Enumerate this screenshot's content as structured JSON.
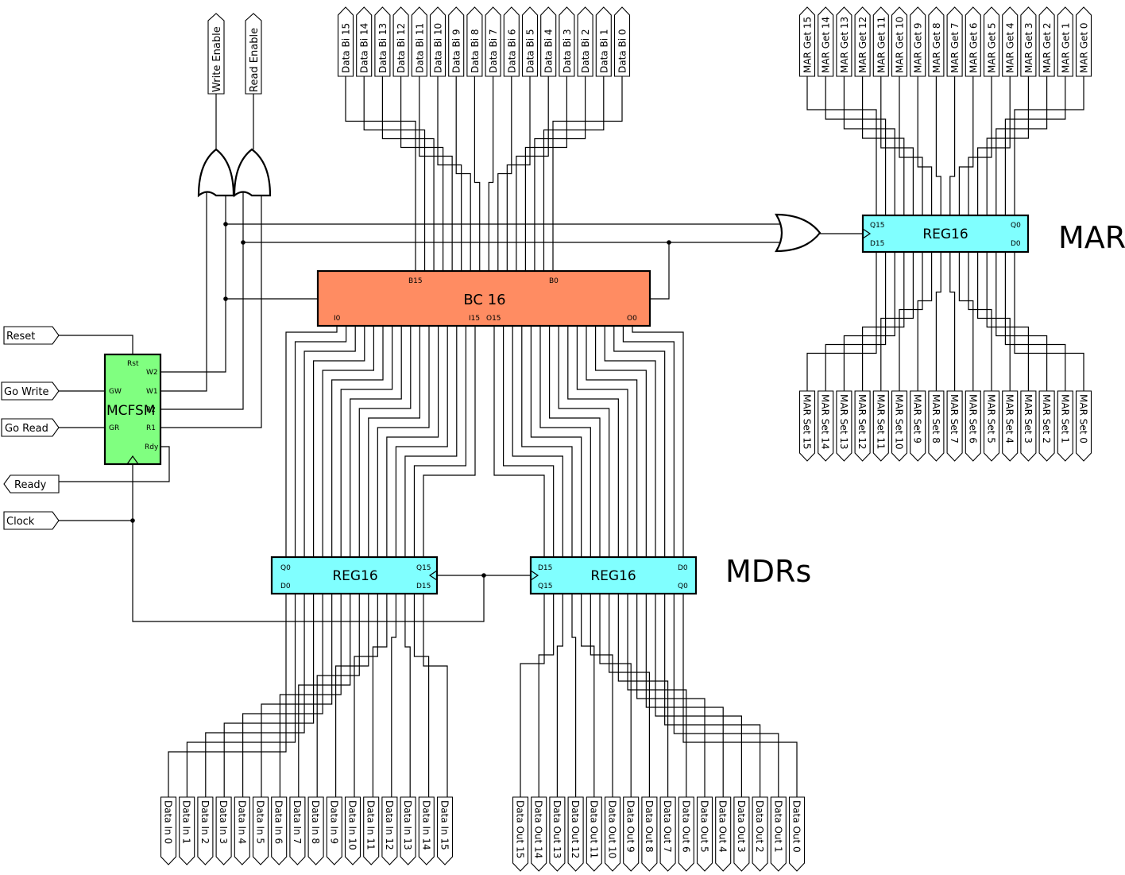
{
  "colors": {
    "bc16": "#ff8c62",
    "reg16": "#80ffff",
    "mcfsm": "#80ff80",
    "wire": "#000000",
    "background": "#ffffff"
  },
  "labels": {
    "mar_title": "MAR",
    "mdrs_title": "MDRs"
  },
  "blocks": {
    "bc16": {
      "title": "BC 16",
      "pins": [
        "B15",
        "B0",
        "I0",
        "I15",
        "O15",
        "O0"
      ]
    },
    "mar_reg": {
      "title": "REG16",
      "pins": [
        "Q15",
        "Q0",
        "D15",
        "D0"
      ]
    },
    "mdr_in": {
      "title": "REG16",
      "pins": [
        "Q0",
        "Q15",
        "D0",
        "D15"
      ]
    },
    "mdr_out": {
      "title": "REG16",
      "pins": [
        "D15",
        "D0",
        "Q15",
        "Q0"
      ]
    },
    "mcfsm": {
      "title": "MCFSM",
      "pins": [
        "Rst",
        "W2",
        "GW",
        "W1",
        "R2",
        "GR",
        "R1",
        "Rdy"
      ]
    }
  },
  "control_ports": {
    "inputs": [
      "Reset",
      "Go Write",
      "Go Read",
      "Clock"
    ],
    "outputs": [
      "Ready"
    ],
    "enables": [
      "Write Enable",
      "Read Enable"
    ]
  },
  "buses": {
    "data_bi": [
      "Data Bi 15",
      "Data Bi 14",
      "Data Bi 13",
      "Data Bi 12",
      "Data Bi 11",
      "Data Bi 10",
      "Data Bi 9",
      "Data Bi 8",
      "Data Bi 7",
      "Data Bi 6",
      "Data Bi 5",
      "Data Bi 4",
      "Data Bi 3",
      "Data Bi 2",
      "Data Bi 1",
      "Data Bi 0"
    ],
    "mar_get": [
      "MAR Get 15",
      "MAR Get 14",
      "MAR Get 13",
      "MAR Get 12",
      "MAR Get 11",
      "MAR Get 10",
      "MAR Get 9",
      "MAR Get 8",
      "MAR Get 7",
      "MAR Get 6",
      "MAR Get 5",
      "MAR Get 4",
      "MAR Get 3",
      "MAR Get 2",
      "MAR Get 1",
      "MAR Get 0"
    ],
    "mar_set": [
      "MAR Set 15",
      "MAR Set 14",
      "MAR Set 13",
      "MAR Set 12",
      "MAR Set 11",
      "MAR Set 10",
      "MAR Set 9",
      "MAR Set 8",
      "MAR Set 7",
      "MAR Set 6",
      "MAR Set 5",
      "MAR Set 4",
      "MAR Set 3",
      "MAR Set 2",
      "MAR Set 1",
      "MAR Set 0"
    ],
    "data_in": [
      "Data In 0",
      "Data In 1",
      "Data In 2",
      "Data In 3",
      "Data In 4",
      "Data In 5",
      "Data In 6",
      "Data In 7",
      "Data In 8",
      "Data In 9",
      "Data In 10",
      "Data In 11",
      "Data In 12",
      "Data In 13",
      "Data In 14",
      "Data In 15"
    ],
    "data_out": [
      "Data Out 15",
      "Data Out 14",
      "Data Out 13",
      "Data Out 12",
      "Data Out 11",
      "Data Out 10",
      "Data Out 9",
      "Data Out 8",
      "Data Out 7",
      "Data Out 6",
      "Data Out 5",
      "Data Out 4",
      "Data Out 3",
      "Data Out 2",
      "Data Out 1",
      "Data Out 0"
    ]
  }
}
